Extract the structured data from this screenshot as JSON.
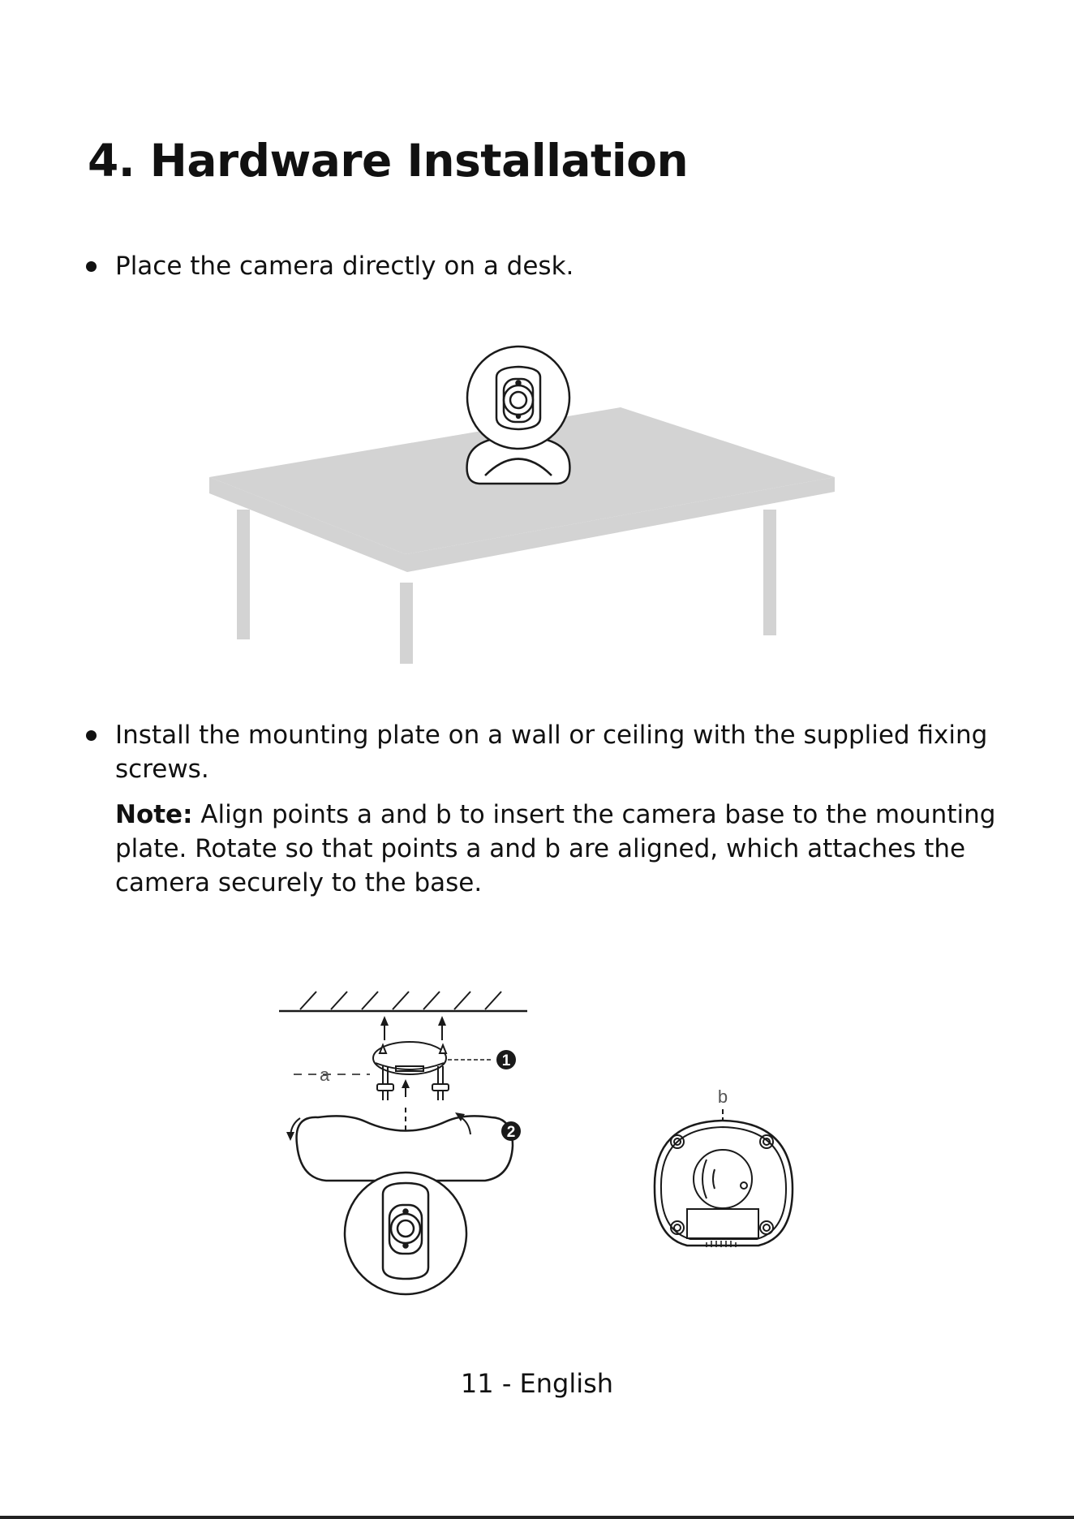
{
  "heading": {
    "title": "4. Hardware Installation"
  },
  "steps": [
    {
      "text": "Place the camera directly on a desk."
    },
    {
      "text": "Install the mounting plate on a wall or ceiling with the supplied fixing screws."
    }
  ],
  "note": {
    "label": "Note:",
    "text": " Align points a and b to insert the camera base to the mounting plate. Rotate so that points a and b are aligned, which attaches the camera securely to the base."
  },
  "diagram": {
    "point_a": "a",
    "point_b": "b",
    "callout_1": "1",
    "callout_2": "2"
  },
  "footer": {
    "page_label": "11 - English"
  }
}
